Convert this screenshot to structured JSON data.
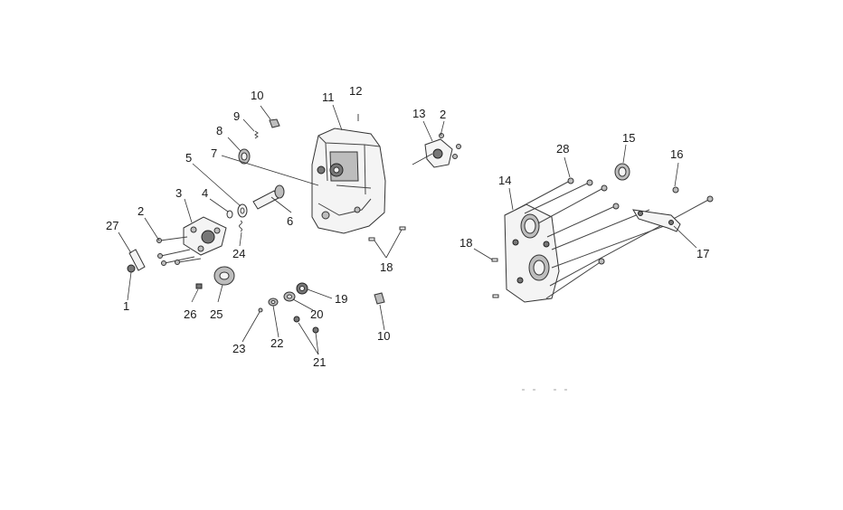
{
  "callouts": [
    "1",
    "2",
    "2",
    "3",
    "4",
    "5",
    "6",
    "7",
    "8",
    "9",
    "10",
    "10",
    "11",
    "12",
    "13",
    "14",
    "15",
    "16",
    "17",
    "18",
    "18",
    "19",
    "20",
    "21",
    "22",
    "23",
    "24",
    "25",
    "26",
    "27",
    "28"
  ]
}
